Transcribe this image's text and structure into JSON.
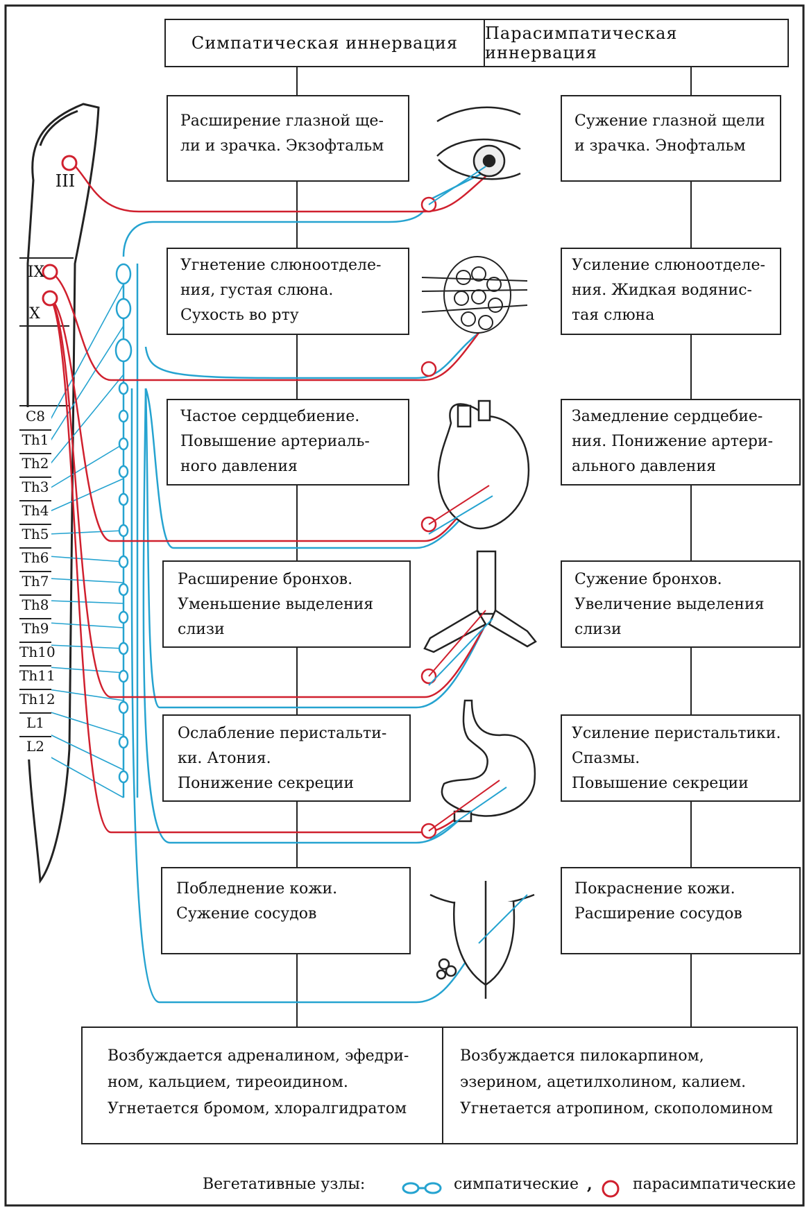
{
  "header": {
    "sympathetic": "Симпатическая иннервация",
    "parasympathetic": "Парасимпатическая иннервация"
  },
  "rows": [
    {
      "organ": "eye-icon",
      "sympathetic": "Расширение глазной ще-\nли и зрачка. Экзофтальм",
      "parasympathetic": "Сужение глазной щели\nи зрачка. Энофтальм"
    },
    {
      "organ": "salivary-gland-icon",
      "sympathetic": "Угнетение слюноотделе-\nния, густая слюна.\nСухость во рту",
      "parasympathetic": "Усиление слюноотделе-\nния. Жидкая водянис-\nтая слюна"
    },
    {
      "organ": "heart-icon",
      "sympathetic": "Частое сердцебиение.\nПовышение артериаль-\nного давления",
      "parasympathetic": "Замедление сердцебие-\nния. Понижение артери-\nального давления"
    },
    {
      "organ": "bronchi-icon",
      "sympathetic": "Расширение бронхов.\nУменьшение выделения\nслизи",
      "parasympathetic": "Сужение бронхов.\nУвеличение выделения\nслизи"
    },
    {
      "organ": "stomach-icon",
      "sympathetic": "Ослабление перистальти-\nки. Атония.\nПонижение секреции",
      "parasympathetic": "Усиление перистальтики.\nСпазмы.\nПовышение секреции"
    },
    {
      "organ": "skin-hair-follicle-icon",
      "sympathetic": "Побледнение кожи.\nСужение сосудов",
      "parasympathetic": "Покраснение кожи.\nРасширение сосудов"
    }
  ],
  "bottom": {
    "sympathetic": "Возбуждается адреналином, эфедри-\nном, кальцием, тиреоидином.\nУгнетается бромом, хлоралгидратом",
    "parasympathetic": "Возбуждается пилокарпином,\nэзерином, ацетилхолином, калием.\nУгнетается атропином, скополомином"
  },
  "spine": {
    "cranial_nerves": [
      "III",
      "IX",
      "X"
    ],
    "segments": [
      "C8",
      "Th1",
      "Th2",
      "Th3",
      "Th4",
      "Th5",
      "Th6",
      "Th7",
      "Th8",
      "Th9",
      "Th10",
      "Th11",
      "Th12",
      "L1",
      "L2"
    ]
  },
  "legend": {
    "prefix": "Вегетативные узлы:",
    "sympathetic": "симпатические",
    "separator": ",",
    "parasympathetic": "парасимпатические"
  },
  "colors": {
    "sympathetic": "#25a3d0",
    "parasympathetic": "#d0202e",
    "outline": "#222222"
  }
}
